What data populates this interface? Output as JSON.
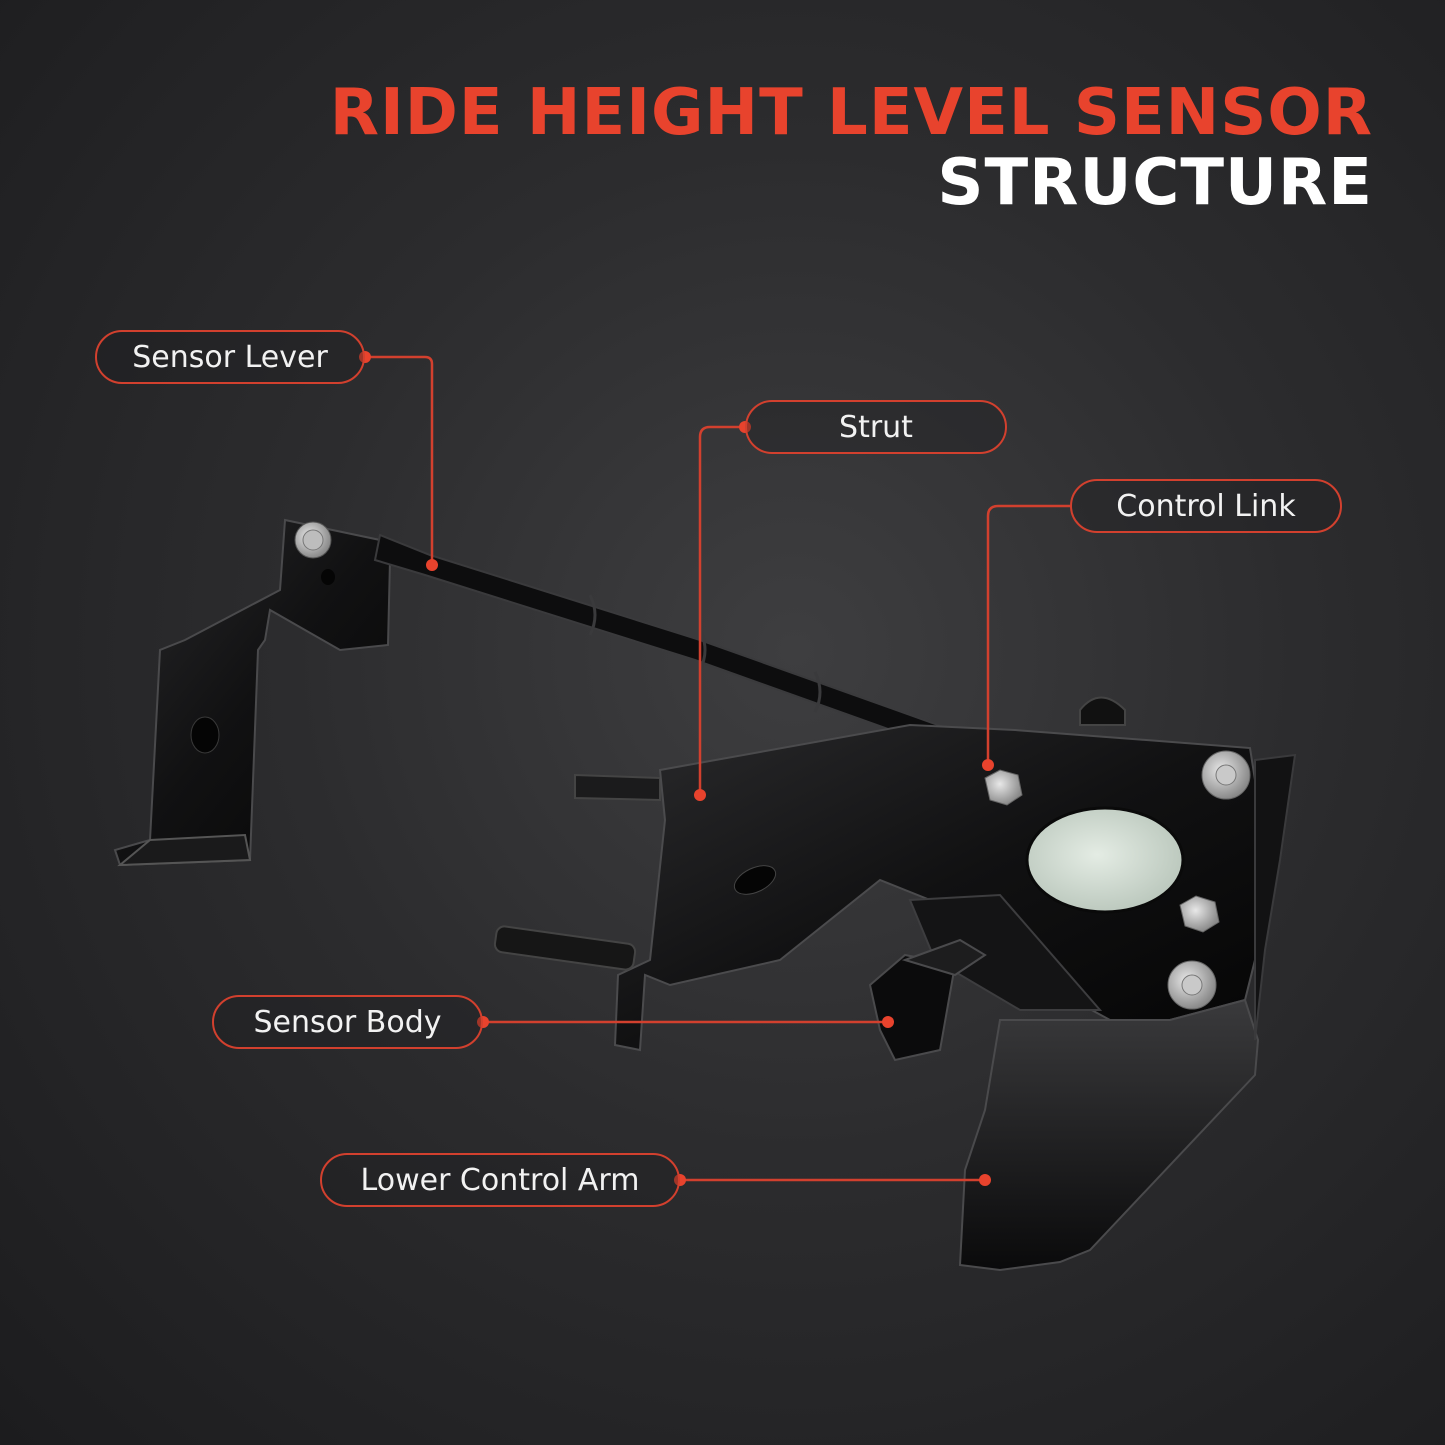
{
  "title": {
    "line1": "RIDE HEIGHT LEVEL SENSOR",
    "line2": "STRUCTURE"
  },
  "labels": {
    "sensor_lever": "Sensor Lever",
    "strut": "Strut",
    "control_link": "Control Link",
    "sensor_body": "Sensor Body",
    "lower_control_arm": "Lower Control Arm"
  },
  "colors": {
    "accent": "#e8432d",
    "callout": "#d2402e",
    "background": "#2c2c2e"
  }
}
